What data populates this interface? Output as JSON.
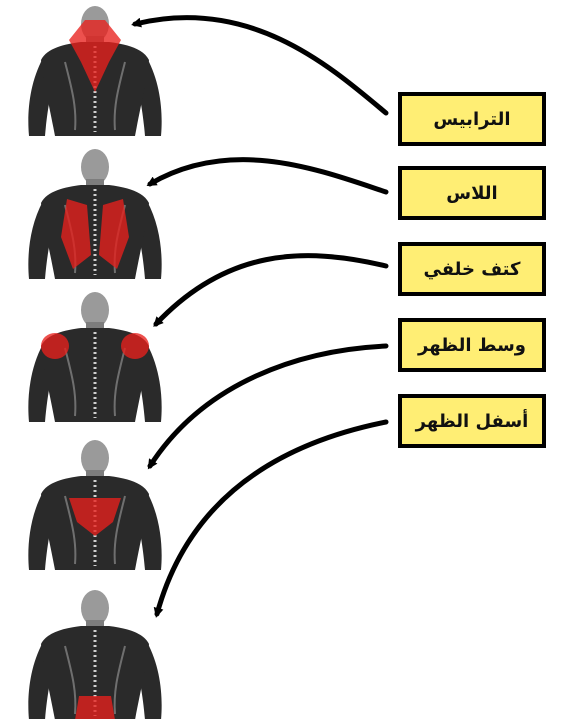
{
  "colors": {
    "box_fill": "#ffee74",
    "box_border": "#000000",
    "arrow": "#000000",
    "highlight": "#e8201c",
    "muscle_dark": "#2a2a2a",
    "muscle_light": "#9a9a9a"
  },
  "labels": [
    {
      "text": "الترابيس",
      "target_region": "trapezius"
    },
    {
      "text": "اللاس",
      "target_region": "lats"
    },
    {
      "text": "كتف خلفي",
      "target_region": "rear-delts"
    },
    {
      "text": "وسط الظهر",
      "target_region": "middle-back"
    },
    {
      "text": "أسفل الظهر",
      "target_region": "lower-back"
    }
  ],
  "figures": [
    {
      "highlight_region": "trapezius"
    },
    {
      "highlight_region": "lats"
    },
    {
      "highlight_region": "rear-delts"
    },
    {
      "highlight_region": "middle-back"
    },
    {
      "highlight_region": "lower-back"
    }
  ]
}
